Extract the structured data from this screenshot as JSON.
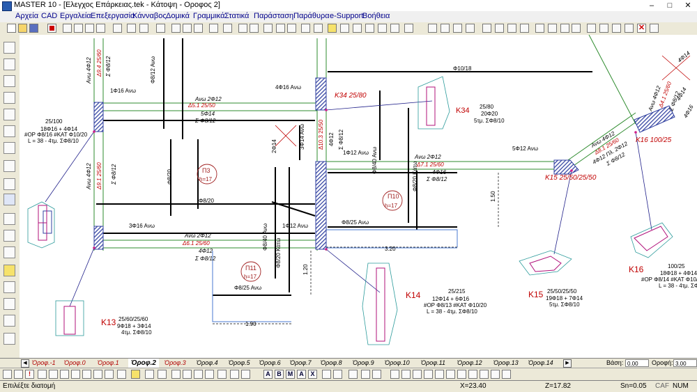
{
  "window": {
    "title": "MASTER 10 - [Ελεγχος Επάρκειας.tek - Κάτοψη - Οροφος 2]",
    "minimize": "–",
    "maximize": "□",
    "close": "✕"
  },
  "menu": [
    "Αρχεία",
    "CAD",
    "Εργαλεία",
    "Επεξεργασία",
    "Κάνναβος",
    "Δομικά",
    "Γραμμικά",
    "Στατικά",
    "Παράσταση",
    "Παράθυρα",
    "e-Support",
    "Βοήθεια"
  ],
  "drawing": {
    "beam_labels": [
      "Φ10/18",
      "1Φ16 Ανω",
      "Ανω 2Φ12",
      "Δ5.1 25/50",
      "5Φ14",
      "Σ Φ8/12",
      "25/100",
      "18Φ16 + 4Φ14",
      "#ΟΡ Φ8/16 #ΚΑΤ Φ10/20",
      "L = 38 - 4τμ. ΣΦ8/10",
      "4Φ16 Ανω",
      "Κ34 25/80",
      "25/80",
      "20Φ20",
      "5τμ. ΣΦ8/10",
      "Κ34",
      "2Φ14",
      "3Φ14 Ανω",
      "4Φ12",
      "Δ10.3 25/50",
      "Σ Φ8/12",
      "1Φ12 Ανω",
      "Ανω 2Φ12",
      "Δ7.1 25/60",
      "4Φ16",
      "Σ Φ8/12",
      "5Φ12 Ανω",
      "Φ8/20 Κάτω",
      "Φ8/40 Ανω",
      "Π10",
      "h=17",
      "Π3",
      "h=17",
      "Φ8/20",
      "Φ8/20",
      "3Φ16 Ανω",
      "Ανω 2Φ12",
      "Δ6.1 25/60",
      "4Φ12",
      "Σ Φ8/12",
      "1Φ12 Ανω",
      "Φ8/25 Ανω",
      "Π11",
      "h=17",
      "Φ8/25 Ανω",
      "Φ8/40 Ανω",
      "Φ8/20 Κάτω",
      "Ανω 4Φ12",
      "Δ9.4 25/60",
      "Σ Φ8/12",
      "Φ8/12 Ανω",
      "Ανω 4Φ12",
      "Δ9.1 25/60",
      "Σ Φ8/12",
      "3.20",
      "1.90",
      "1.20",
      "1.50",
      "Κ13",
      "25/60/25/60",
      "9Φ18 + 3Φ14",
      "4τμ. ΣΦ8/10",
      "Κ14",
      "25/215",
      "12Φ14 + 6Φ16",
      "#ΟΡ Φ8/13 #ΚΑΤ Φ10/20",
      "L = 38 - 4τμ. ΣΦ8/10",
      "Κ15",
      "25/50/25/50",
      "19Φ18 + 7Φ14",
      "5τμ. ΣΦ8/10",
      "Κ15 25/50/25/50",
      "Κ16",
      "100/25",
      "18Φ18 + 4Φ14",
      "#ΟΡ Φ8/14 #ΚΑΤ Φ10/20",
      "L = 38 - 4τμ. ΣΦ8/10",
      "Ανω 4Φ12",
      "Δ8.1 25/60",
      "4Φ12 Πλ. 2Φ12",
      "Σ Φ8/12",
      "Κ16 100/25",
      "Ανω 4Φ12",
      "Δ4.1 25/60",
      "4Φ14",
      "Σ Φ8/12",
      "4Φ14",
      "4Φ16"
    ],
    "accent_red": "#c00000",
    "beam_line": "#2e8b2e",
    "column_fill": "#4a5aa8"
  },
  "tabs": [
    "Όροφ.-1",
    "Όροφ.0",
    "Όροφ.1",
    "Όροφ.2",
    "Όροφ.3",
    "Όροφ.4",
    "Όροφ.5",
    "Όροφ.6",
    "Όροφ.7",
    "Όροφ.8",
    "Όροφ.9",
    "Όροφ.10",
    "Όροφ.11",
    "Όροφ.12",
    "Όροφ.13",
    "Όροφ.14"
  ],
  "active_tab": "Όροφ.2",
  "fields": {
    "base_label": "Βάση:",
    "base_value": "0.00",
    "floor_label": "Οροφή:",
    "floor_value": "3.00"
  },
  "status": {
    "message": "Επιλέξτε διατομή",
    "x": "X=23.40",
    "z": "Z=17.82",
    "sn": "Sn=0.05",
    "caf": "CAF",
    "num": "NUM"
  },
  "bottom_letters": [
    "A",
    "B",
    "M",
    "A",
    "X"
  ]
}
